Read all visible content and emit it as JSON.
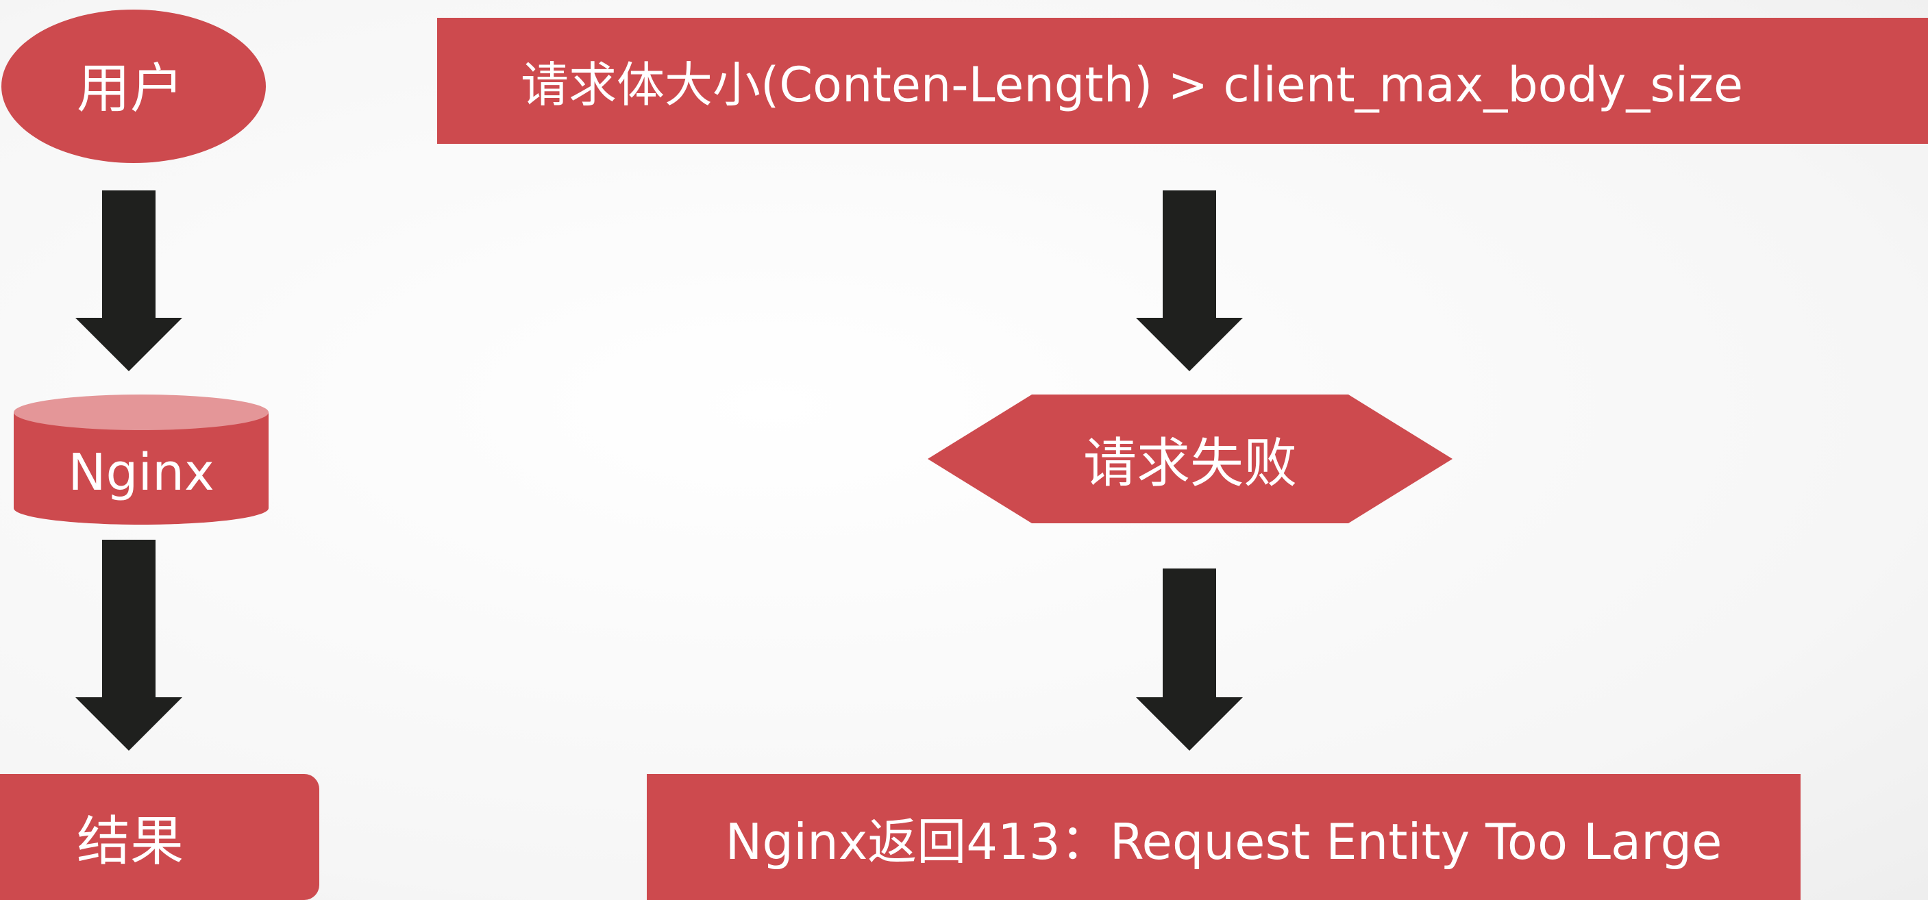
{
  "colors": {
    "shape_fill": "#cd4a4e",
    "shape_top": "#e49698",
    "arrow_fill": "#1f201e",
    "text": "#ffffff"
  },
  "left_flow": {
    "user": "用户",
    "nginx": "Nginx",
    "result": "结果"
  },
  "right_flow": {
    "condition": "请求体大小(Conten-Length) > client_max_body_size",
    "decision": "请求失败",
    "response": "Nginx返回413：Request Entity Too Large"
  }
}
